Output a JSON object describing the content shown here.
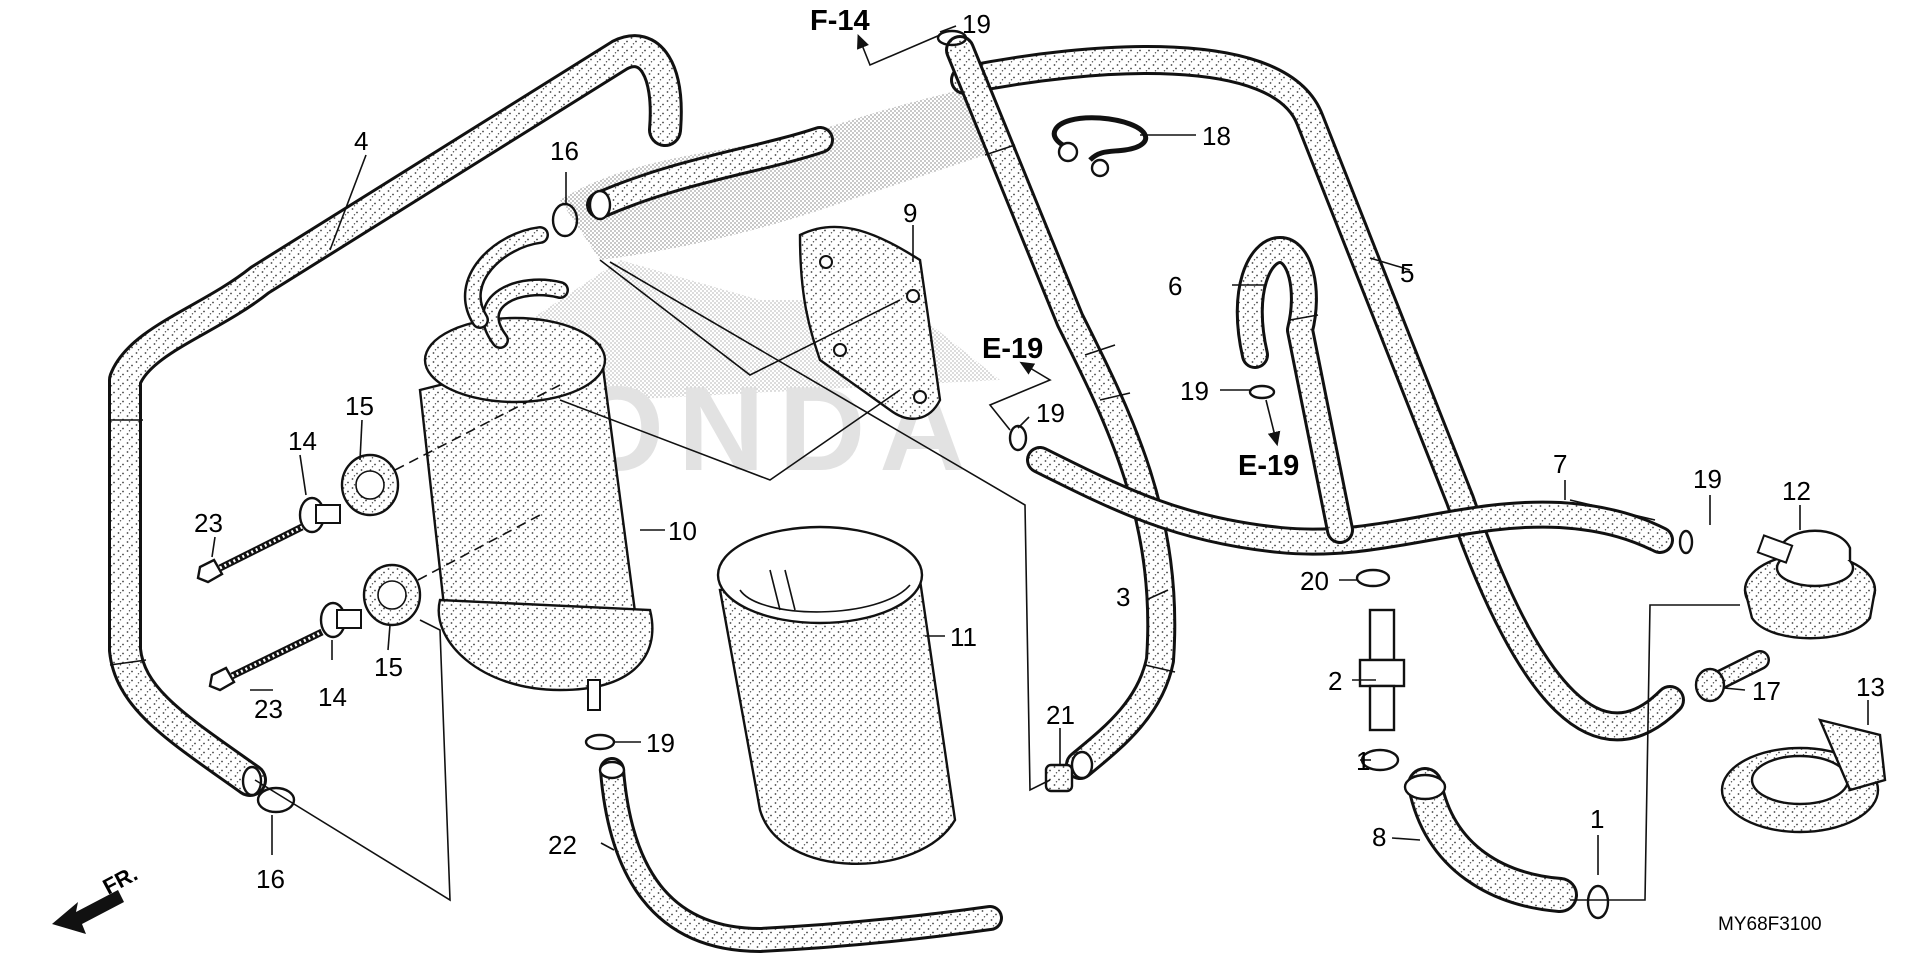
{
  "diagram": {
    "drawing_code": "MY68F3100",
    "direction_label": "FR.",
    "watermark": "HONDA",
    "references": [
      {
        "id": "ref-f14",
        "text": "F-14"
      },
      {
        "id": "ref-e19-a",
        "text": "E-19"
      },
      {
        "id": "ref-e19-b",
        "text": "E-19"
      }
    ],
    "parts": [
      {
        "id": "1a",
        "label": "1"
      },
      {
        "id": "1b",
        "label": "1"
      },
      {
        "id": "2",
        "label": "2"
      },
      {
        "id": "3",
        "label": "3"
      },
      {
        "id": "4",
        "label": "4"
      },
      {
        "id": "5",
        "label": "5"
      },
      {
        "id": "6",
        "label": "6"
      },
      {
        "id": "7",
        "label": "7"
      },
      {
        "id": "8",
        "label": "8"
      },
      {
        "id": "9",
        "label": "9"
      },
      {
        "id": "10",
        "label": "10"
      },
      {
        "id": "11",
        "label": "11"
      },
      {
        "id": "12",
        "label": "12"
      },
      {
        "id": "13",
        "label": "13"
      },
      {
        "id": "14a",
        "label": "14"
      },
      {
        "id": "14b",
        "label": "14"
      },
      {
        "id": "15a",
        "label": "15"
      },
      {
        "id": "15b",
        "label": "15"
      },
      {
        "id": "16a",
        "label": "16"
      },
      {
        "id": "16b",
        "label": "16"
      },
      {
        "id": "17",
        "label": "17"
      },
      {
        "id": "18",
        "label": "18"
      },
      {
        "id": "19a",
        "label": "19"
      },
      {
        "id": "19b",
        "label": "19"
      },
      {
        "id": "19c",
        "label": "19"
      },
      {
        "id": "19d",
        "label": "19"
      },
      {
        "id": "19e",
        "label": "19"
      },
      {
        "id": "20",
        "label": "20"
      },
      {
        "id": "21",
        "label": "21"
      },
      {
        "id": "22",
        "label": "22"
      },
      {
        "id": "23a",
        "label": "23"
      },
      {
        "id": "23b",
        "label": "23"
      }
    ]
  }
}
